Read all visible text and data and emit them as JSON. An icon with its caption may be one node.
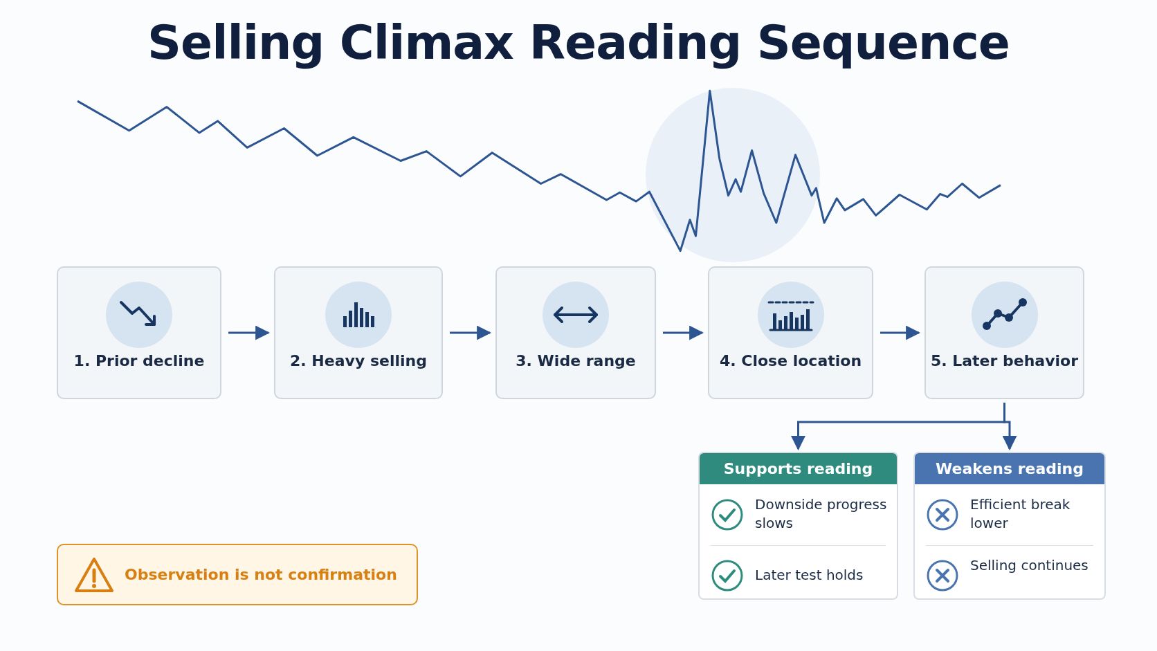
{
  "diagram": {
    "title": "Selling Climax Reading Sequence",
    "nodes": [
      {
        "text": [
          "1. Prior decline"
        ]
      },
      {
        "text": [
          "2. Heavy selling"
        ]
      },
      {
        "text": [
          "3. Wide range"
        ]
      },
      {
        "text": [
          "4. Close location"
        ]
      },
      {
        "text": [
          "5. Later behavior"
        ]
      },
      {
        "text": [
          "Supports reading",
          "Downside progress slows",
          "Later test holds"
        ]
      },
      {
        "text": [
          "Weakens reading",
          "Efficient break lower",
          "Selling continues"
        ]
      },
      {
        "text": [
          "Observation is not confirmation"
        ]
      }
    ],
    "edges": [
      {
        "from": 0,
        "to": 1,
        "arrow": "to"
      },
      {
        "from": 1,
        "to": 2,
        "arrow": "to"
      },
      {
        "from": 2,
        "to": 3,
        "arrow": "to"
      },
      {
        "from": 3,
        "to": 4,
        "arrow": "to"
      },
      {
        "from": 4,
        "to": 5,
        "arrow": "to"
      },
      {
        "from": 4,
        "to": 6,
        "arrow": "to"
      }
    ]
  }
}
